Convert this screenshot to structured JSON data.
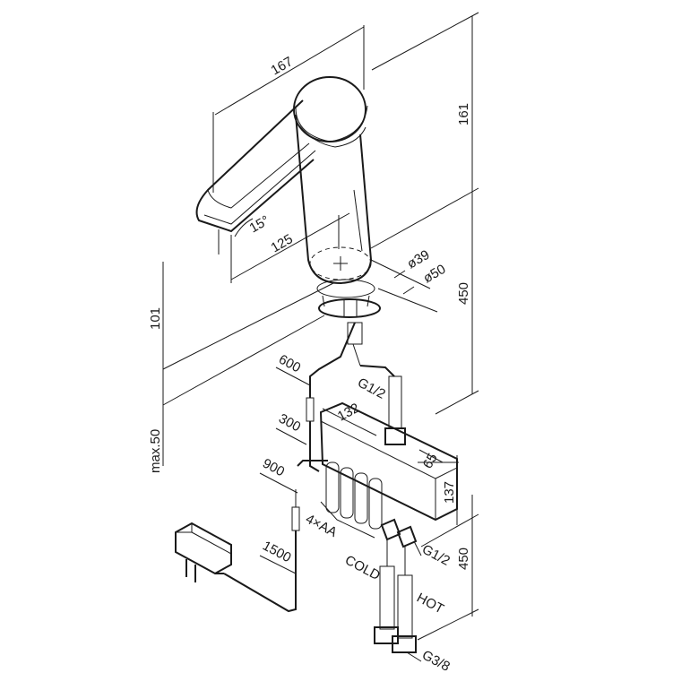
{
  "dimensions": {
    "width": "167",
    "height_top": "161",
    "spout_offset": "125",
    "angle": "15°",
    "dia_small": "ø39",
    "dia_large": "ø50",
    "height_450_top": "450",
    "height_101": "101",
    "max_50": "max.50",
    "cable_600": "600",
    "cable_300": "300",
    "cable_900": "900",
    "cable_1500": "1500",
    "box_132": "132",
    "box_65": "65",
    "box_137": "137",
    "batteries": "4×AA",
    "thread_top": "G1/2",
    "thread_mid": "G1/2",
    "hose_450": "450",
    "cold": "COLD",
    "hot": "HOT",
    "thread_bottom": "G3/8"
  }
}
